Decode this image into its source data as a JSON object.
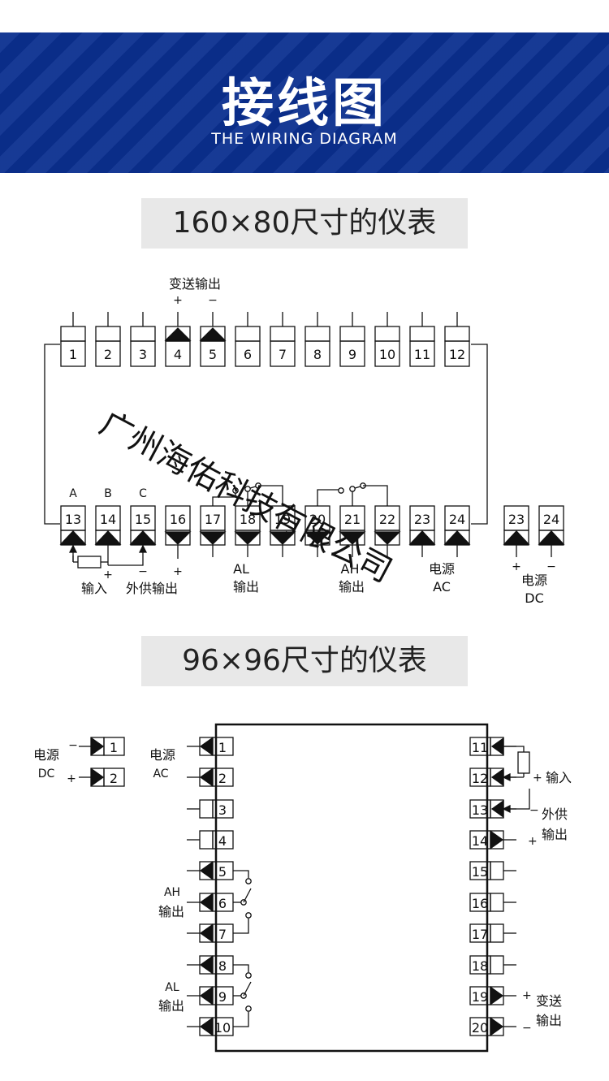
{
  "banner": {
    "title": "接线图",
    "subtitle": "THE WIRING DIAGRAM",
    "color": "#0b2f8f"
  },
  "section1": {
    "title": "160×80尺寸的仪表",
    "top_terminals": [
      "1",
      "2",
      "3",
      "4",
      "5",
      "6",
      "7",
      "8",
      "9",
      "10",
      "11",
      "12"
    ],
    "bottom_terminals": [
      "13",
      "14",
      "15",
      "16",
      "17",
      "18",
      "19",
      "20",
      "21",
      "22",
      "23",
      "24"
    ],
    "dc_terminals": [
      "23",
      "24"
    ],
    "labels": {
      "transmit": "变送输出",
      "plus": "+",
      "minus": "−",
      "a": "A",
      "b": "B",
      "c": "C",
      "input": "输入",
      "ext_supply": "外供输出",
      "al": "AL",
      "ah": "AH",
      "output": "输出",
      "power": "电源",
      "ac": "AC",
      "dc": "DC"
    }
  },
  "section2": {
    "title": "96×96尺寸的仪表",
    "left_terminals": [
      "1",
      "2",
      "3",
      "4",
      "5",
      "6",
      "7",
      "8",
      "9",
      "10"
    ],
    "right_terminals": [
      "11",
      "12",
      "13",
      "14",
      "15",
      "16",
      "17",
      "18",
      "19",
      "20"
    ],
    "dc_terminals": [
      "1",
      "2"
    ],
    "labels": {
      "power": "电源",
      "dc": "DC",
      "ac": "AC",
      "ah": "AH",
      "al": "AL",
      "output": "输出",
      "input": "输入",
      "ext_supply": "外供",
      "transmit": "变送",
      "plus": "+",
      "minus": "−"
    }
  },
  "watermark": "广州海佑科技有限公司"
}
